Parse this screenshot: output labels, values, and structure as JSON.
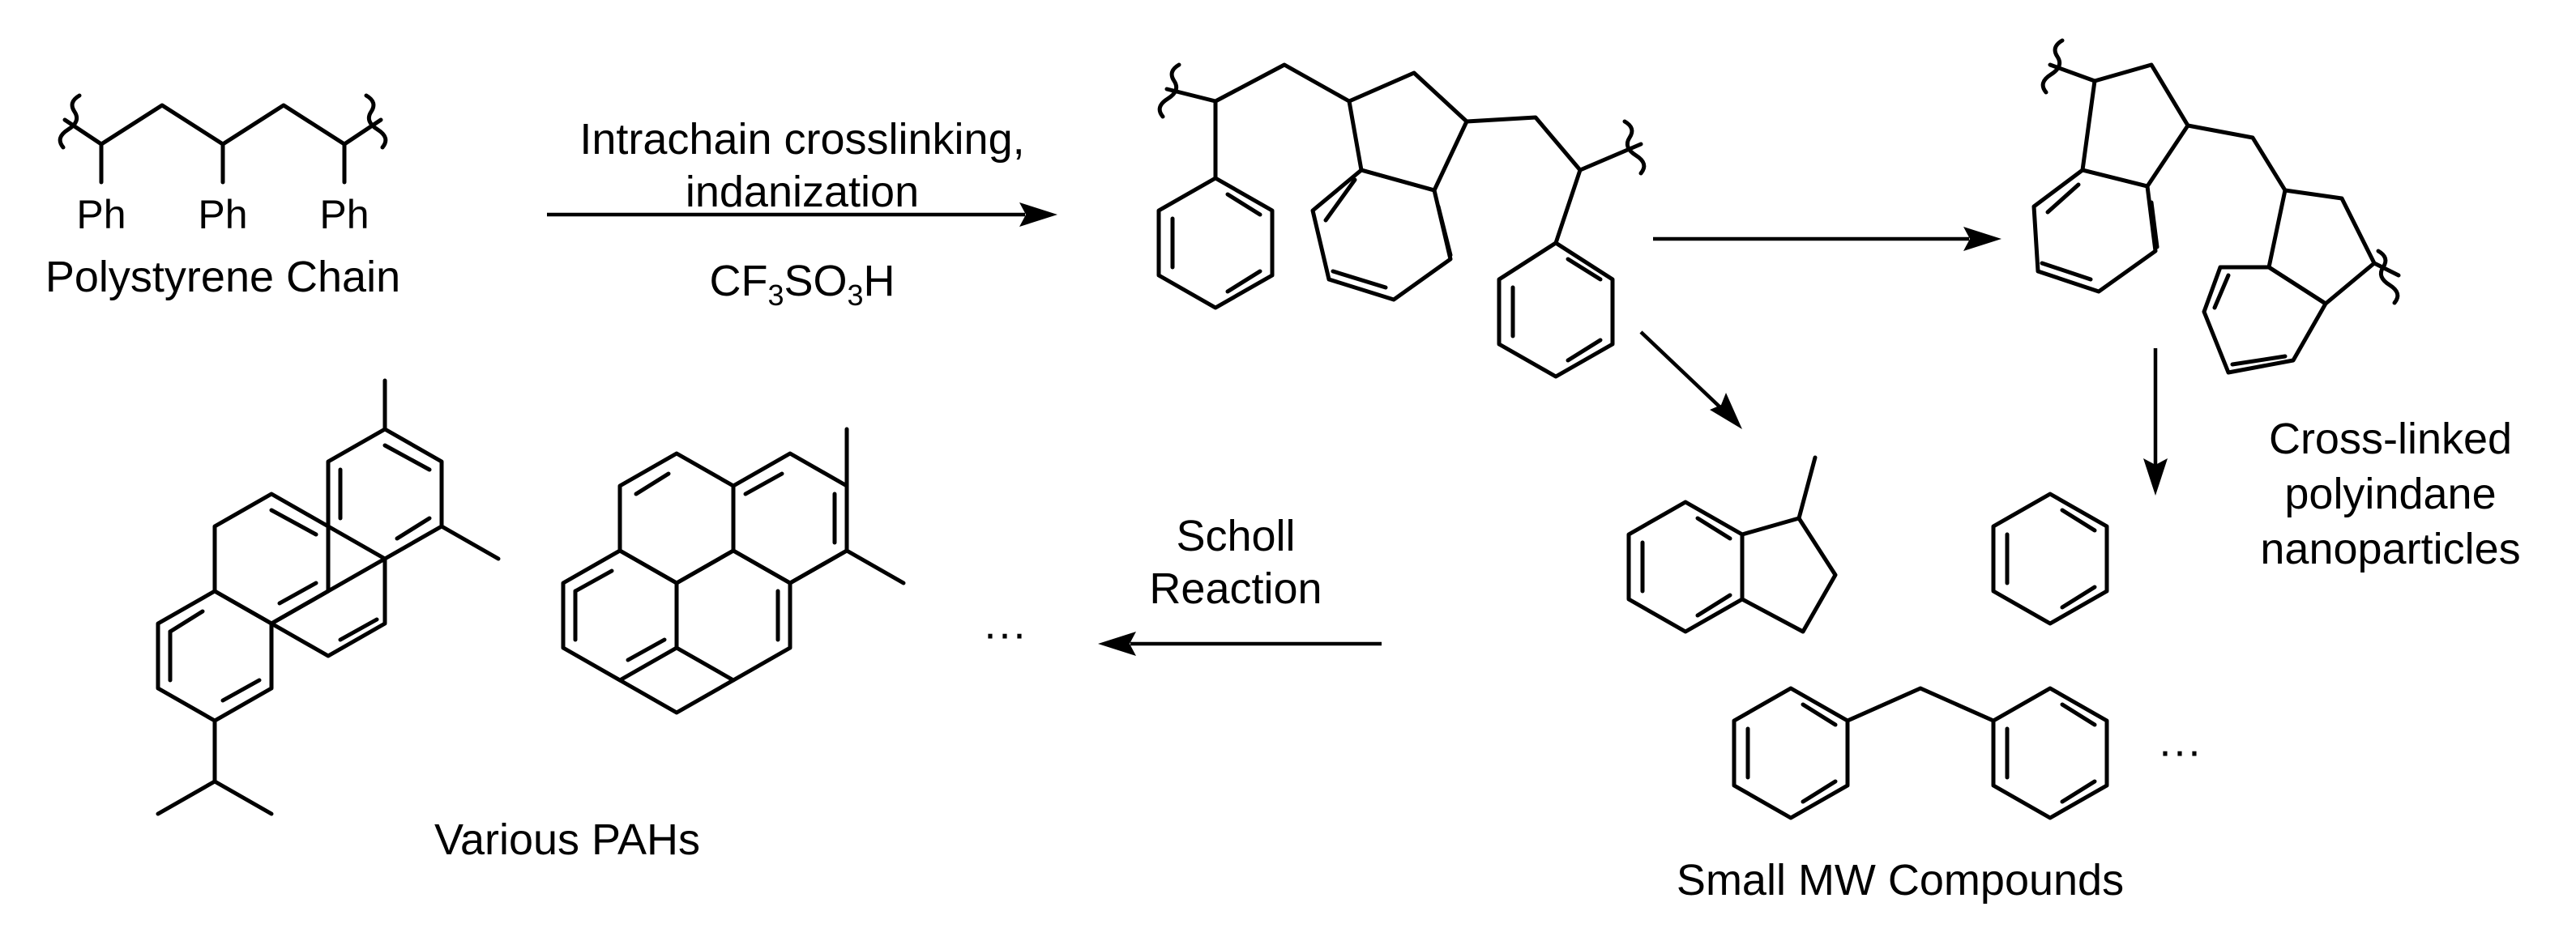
{
  "labels": {
    "polystyrene_chain": "Polystyrene Chain",
    "ph": "Ph",
    "step1_line1": "Intrachain crosslinking,",
    "step1_line2": "indanization",
    "reagent_main_1": "CF",
    "reagent_sub_1": "3",
    "reagent_main_2": "SO",
    "reagent_sub_2": "3",
    "reagent_main_3": "H",
    "nano_line1": "Cross-linked",
    "nano_line2": "polyindane",
    "nano_line3": "nanoparticles",
    "scholl_line1": "Scholl",
    "scholl_line2": "Reaction",
    "small_mw": "Small MW Compounds",
    "various_pahs": "Various PAHs",
    "ellipsis": "···"
  }
}
